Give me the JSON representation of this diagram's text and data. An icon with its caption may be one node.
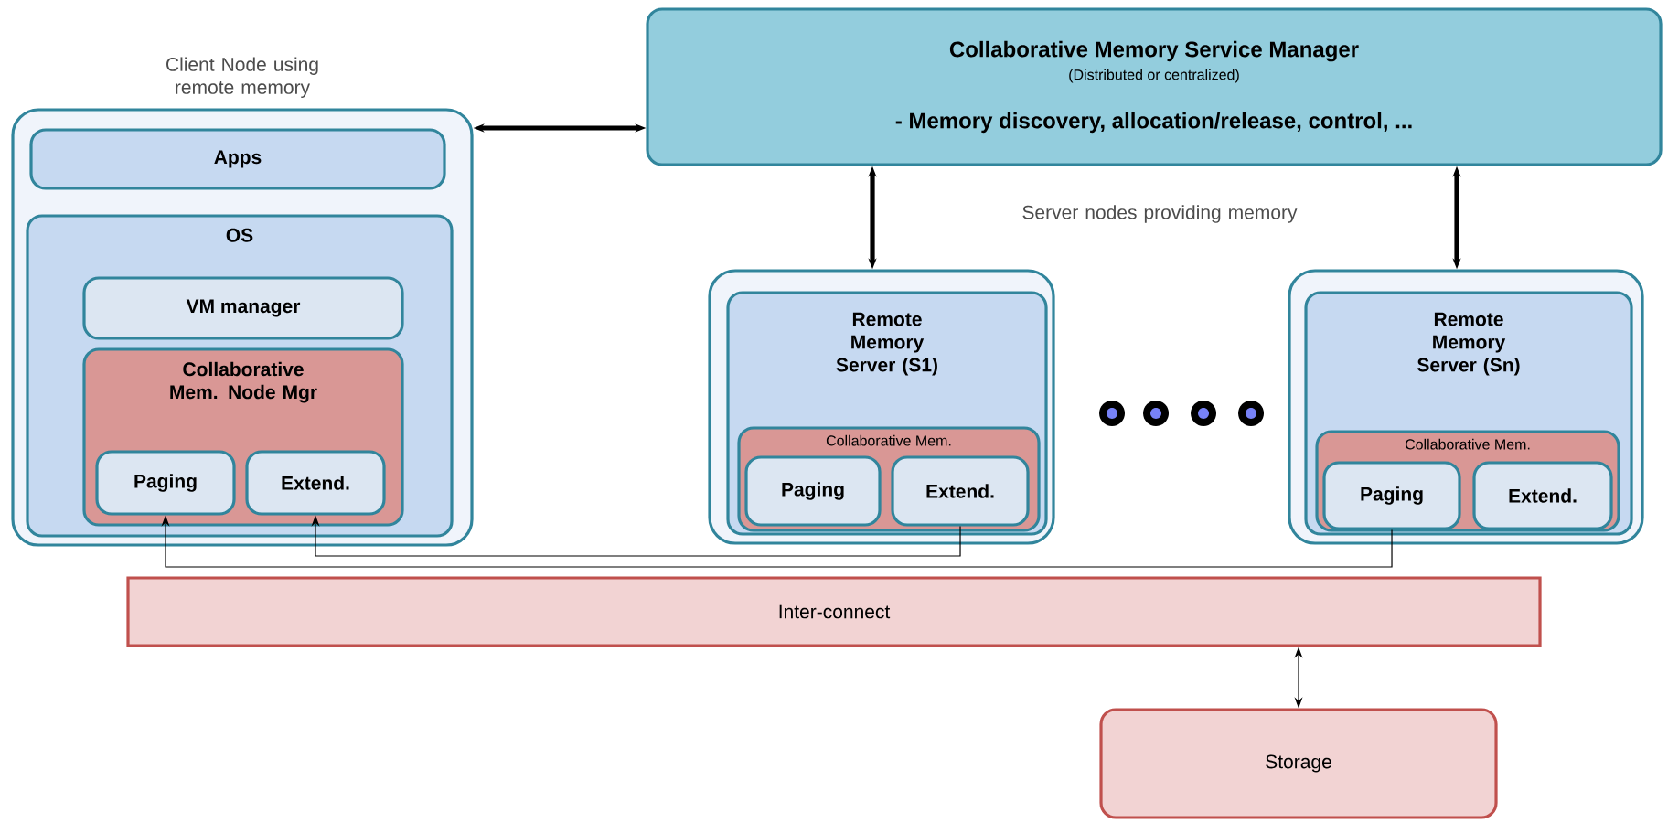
{
  "diagram": {
    "nodes": [
      {
        "text": [
          "Client Node using remote memory"
        ]
      },
      {
        "text": [
          "Apps"
        ],
        "in": 0
      },
      {
        "text": [
          "OS"
        ],
        "in": 0
      },
      {
        "text": [
          "VM manager"
        ],
        "in": 2
      },
      {
        "text": [
          "Collaborative Mem. Node Mgr"
        ],
        "in": 2
      },
      {
        "text": [
          "Paging"
        ],
        "in": 4
      },
      {
        "text": [
          "Extend."
        ],
        "in": 4
      },
      {
        "text": [
          "Collaborative Memory Service Manager",
          "(Distributed or centralized)",
          "- Memory discovery, allocation/release, control, ..."
        ]
      },
      {
        "text": [],
        "shape": "box"
      },
      {
        "text": [
          "Remote Memory Server (S1)"
        ],
        "in": 8
      },
      {
        "text": [
          "Collaborative Mem."
        ],
        "in": 9
      },
      {
        "text": [
          "Paging"
        ],
        "in": 10
      },
      {
        "text": [
          "Extend."
        ],
        "in": 10
      },
      {
        "text": [],
        "shape": "box"
      },
      {
        "text": [
          "Remote Memory Server (Sn)"
        ],
        "in": 13
      },
      {
        "text": [
          "Collaborative Mem."
        ],
        "in": 14
      },
      {
        "text": [
          "Paging"
        ],
        "in": 15
      },
      {
        "text": [
          "Extend."
        ],
        "in": 15
      },
      {
        "text": [
          "Inter-connect"
        ]
      },
      {
        "text": [
          "Storage"
        ]
      }
    ],
    "edges": [
      {
        "from": 0,
        "to": 7,
        "arrow": "both",
        "style": "thick"
      },
      {
        "from": 7,
        "to": 8,
        "arrow": "both",
        "style": "thick"
      },
      {
        "from": 7,
        "to": 13,
        "arrow": "both",
        "style": "thick"
      },
      {
        "from": 16,
        "to": 5,
        "arrow": "to"
      },
      {
        "from": 12,
        "to": 6,
        "arrow": "to"
      },
      {
        "from": 18,
        "to": 19,
        "arrow": "both"
      }
    ],
    "labels": [
      "Server nodes providing memory"
    ]
  }
}
